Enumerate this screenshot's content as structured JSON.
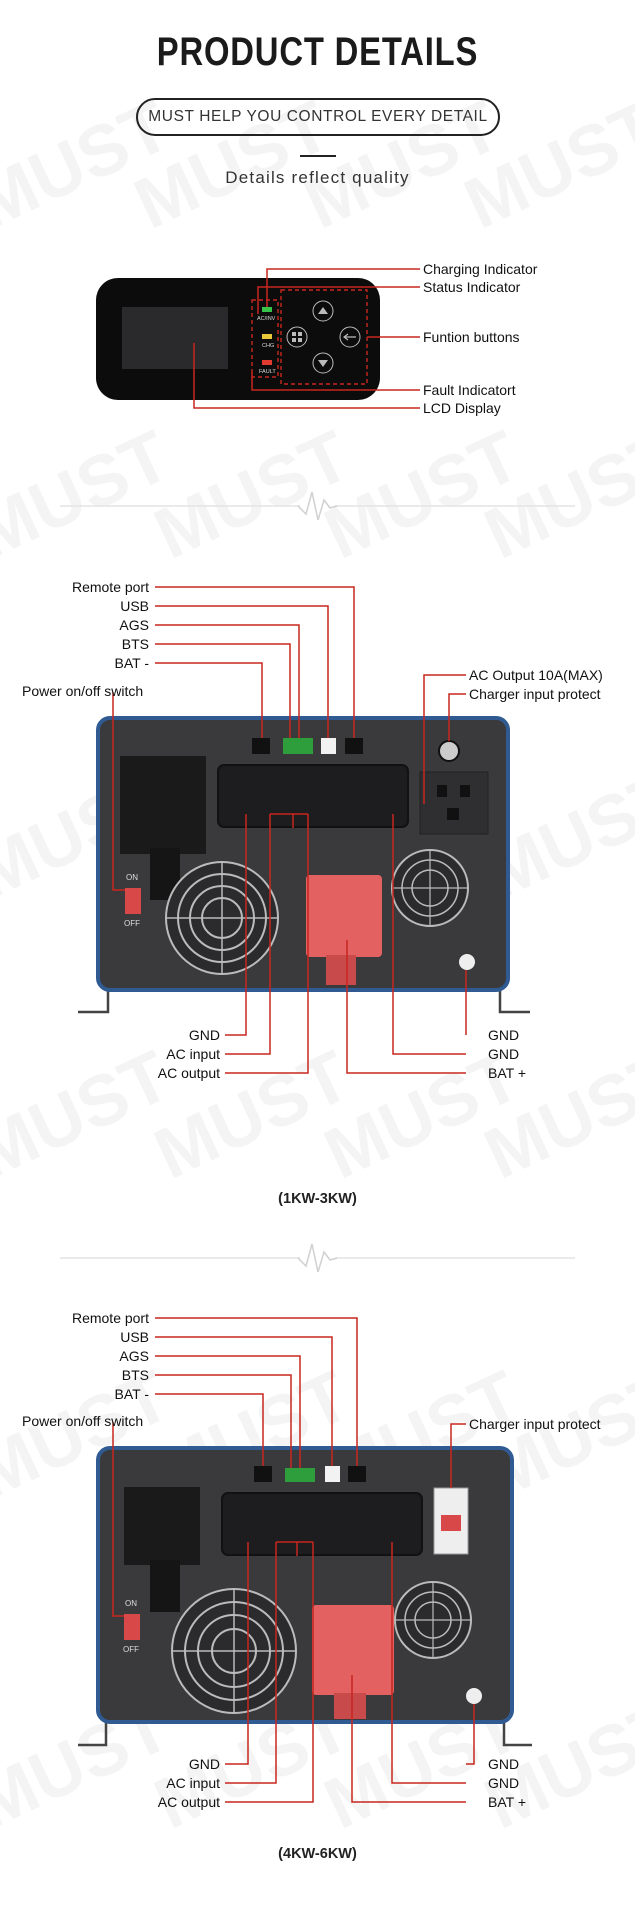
{
  "header": {
    "title": "PRODUCT  DETAILS",
    "subtitle_pill": "MUST HELP YOU CONTROL EVERY DETAIL",
    "tagline": "Details reflect quality"
  },
  "watermark": "MUST",
  "panel": {
    "leds": [
      "AC/INV",
      "CHG",
      "FAULT"
    ],
    "labels": {
      "charging_indicator": "Charging Indicator",
      "status_indicator": "Status Indicator",
      "function_buttons": "Funtion buttons",
      "fault_indicator": "Fault Indicatort",
      "lcd_display": "LCD Display"
    }
  },
  "unit_small": {
    "labels_left_top": [
      "Remote port",
      "USB",
      "AGS",
      "BTS",
      "BAT -"
    ],
    "power_switch": "Power on/off switch",
    "switch_on": "ON",
    "switch_off": "OFF",
    "labels_right_top": [
      "AC Output 10A(MAX)",
      "Charger input protect"
    ],
    "labels_bottom_left": [
      "GND",
      "AC input",
      "AC output"
    ],
    "labels_bottom_right": [
      "GND",
      "GND",
      "BAT +"
    ],
    "caption": "(1KW-3KW)"
  },
  "unit_large": {
    "labels_left_top": [
      "Remote port",
      "USB",
      "AGS",
      "BTS",
      "BAT -"
    ],
    "power_switch": "Power on/off switch",
    "switch_on": "ON",
    "switch_off": "OFF",
    "labels_right_top": [
      "Charger input protect"
    ],
    "labels_bottom_left": [
      "GND",
      "AC input",
      "AC output"
    ],
    "labels_bottom_right": [
      "GND",
      "GND",
      "BAT +"
    ],
    "caption": "(4KW-6KW)"
  },
  "colors": {
    "leader_line": "#c8261f",
    "device_body": "#3a3a3c",
    "device_border": "#2f5a92",
    "terminal_red": "#e36161",
    "led_green": "#37c24a",
    "led_yellow": "#e8c83a",
    "led_red": "#e23b2f"
  }
}
